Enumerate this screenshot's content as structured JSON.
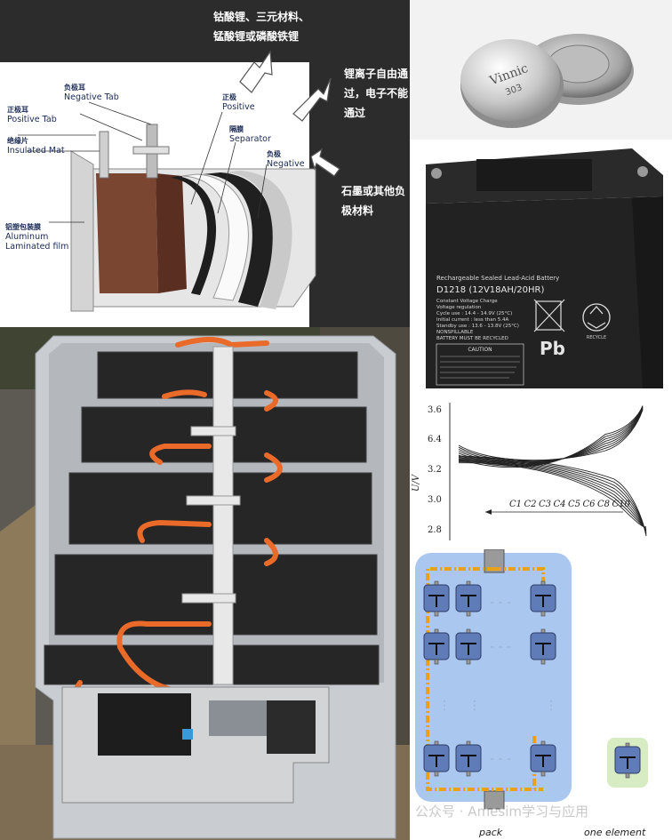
{
  "cell_diagram": {
    "note_cathode": "钴酸锂、三元材料、锰酸锂或磷酸铁锂",
    "note_separator": "锂离子自由通过，电子不能通过",
    "note_anode": "石墨或其他负极材料",
    "labels": {
      "negative_tab_cn": "负极耳",
      "negative_tab_en": "Negative Tab",
      "positive_tab_cn": "正极耳",
      "positive_tab_en": "Positive Tab",
      "insulated_mat_cn": "绝缘片",
      "insulated_mat_en": "Insulated Mat",
      "positive_cn": "正极",
      "positive_en": "Positive",
      "separator_cn": "隔膜",
      "separator_en": "Separator",
      "negative_cn": "负极",
      "negative_en": "Negative",
      "aluminum_film_cn": "铝塑包装膜",
      "aluminum_film_en1": "Aluminum",
      "aluminum_film_en2": "Laminated film"
    }
  },
  "coin_cell": {
    "brand": "Vinnic",
    "model": "303"
  },
  "lead_acid": {
    "title1": "Rechargeable Sealed Lead-Acid Battery",
    "model": "D1218 (12V18AH/20HR)",
    "spec1": "Constant Voltage Charge",
    "spec2": "Voltage regulation",
    "spec3": "Cycle use : 14.4 - 14.9V (25°C)",
    "spec4": "Initial current : less than 5.4A",
    "spec5": "Standby use : 13.6 - 13.8V (25°C)",
    "spec6": "NONSPILLABLE",
    "spec7": "BATTERY MUST BE RECYCLED",
    "caution": "CAUTION",
    "pb": "Pb",
    "recycle": "RECYCLE"
  },
  "curve": {
    "ylabel": "U/V",
    "yticks": [
      "3.6",
      "6.4",
      "3.2",
      "3.0",
      "2.8"
    ],
    "series_labels": [
      "C1",
      "C2",
      "C3",
      "C4",
      "C5",
      "C6",
      "C8",
      "C10"
    ]
  },
  "schematic": {
    "pack_label": "pack",
    "element_label": "one element",
    "watermark": "公众号 · Amesim学习与应用",
    "colors": {
      "frame": "#a9c7ef",
      "wire": "#e8a11c",
      "cell": "#5f7cb8",
      "element_bg": "#d8ecc4"
    }
  }
}
